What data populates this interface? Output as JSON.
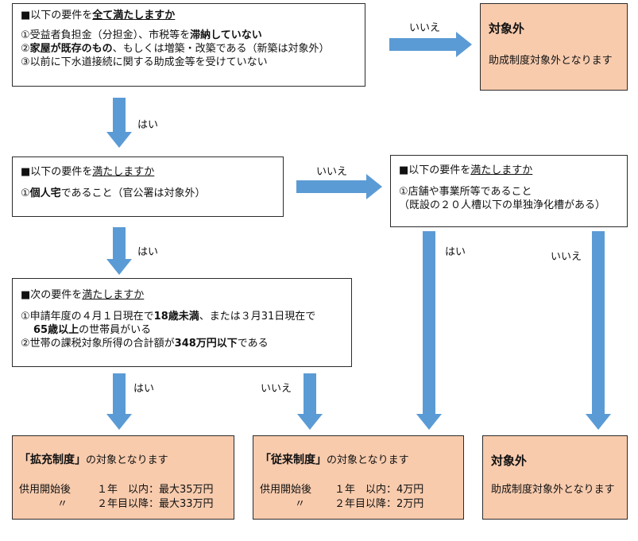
{
  "q1": {
    "title_pre": "■以下の要件を",
    "title_u": "全て満たしますか",
    "items": [
      [
        "①受益者負担金（分担金）、市税等を",
        "滞納していない",
        ""
      ],
      [
        "②",
        "家屋が既存のもの",
        "、もしくは増築・改築である（新築は対象外）"
      ],
      [
        "③以前に下水道接続に関する助成金等を受けていない",
        "",
        ""
      ]
    ]
  },
  "q2": {
    "title_pre": "■以下の要件を",
    "title_u": "満たしますか",
    "item_pre": "①",
    "item_b": "個人宅",
    "item_post": "であること（官公署は対象外）"
  },
  "q3": {
    "title_pre": "■以下の要件を",
    "title_u": "満たしますか",
    "item1": "①店舗や事業所等であること",
    "item2": "（既設の２０人槽以下の単独浄化槽がある）"
  },
  "q4": {
    "title_pre": "■次の要件を",
    "title_u": "満たしますか",
    "l1_pre": "①申請年度の４月１日現在で",
    "l1_b": "18歳未満",
    "l1_post": "、または３月31日現在で",
    "l2_b": "65歳以上",
    "l2_post": "の世帯員がいる",
    "l3_pre": "②世帯の課税対象所得の合計額が",
    "l3_b": "348万円以下",
    "l3_post": "である"
  },
  "labels": {
    "yes": "はい",
    "no": "いいえ"
  },
  "out_top": {
    "title": "対象外",
    "text": "助成制度対象外となります"
  },
  "out_right": {
    "title": "対象外",
    "text": "助成制度対象外となります"
  },
  "out_expand": {
    "title": "「拡充制度」",
    "title_post": "の対象となります",
    "r1_a": "供用開始後",
    "r1_b": "１年　以内：最大35万円",
    "r2_a": "〃",
    "r2_b": "２年目以降：最大33万円"
  },
  "out_conv": {
    "title": "「従来制度」",
    "title_post": "の対象となります",
    "r1_a": "供用開始後",
    "r1_b": "１年　以内：4万円",
    "r2_a": "〃",
    "r2_b": "２年目以降：2万円"
  },
  "colors": {
    "arrow": "#5b9bd5",
    "result": "#f8cbad",
    "border": "#2b2b2b"
  }
}
